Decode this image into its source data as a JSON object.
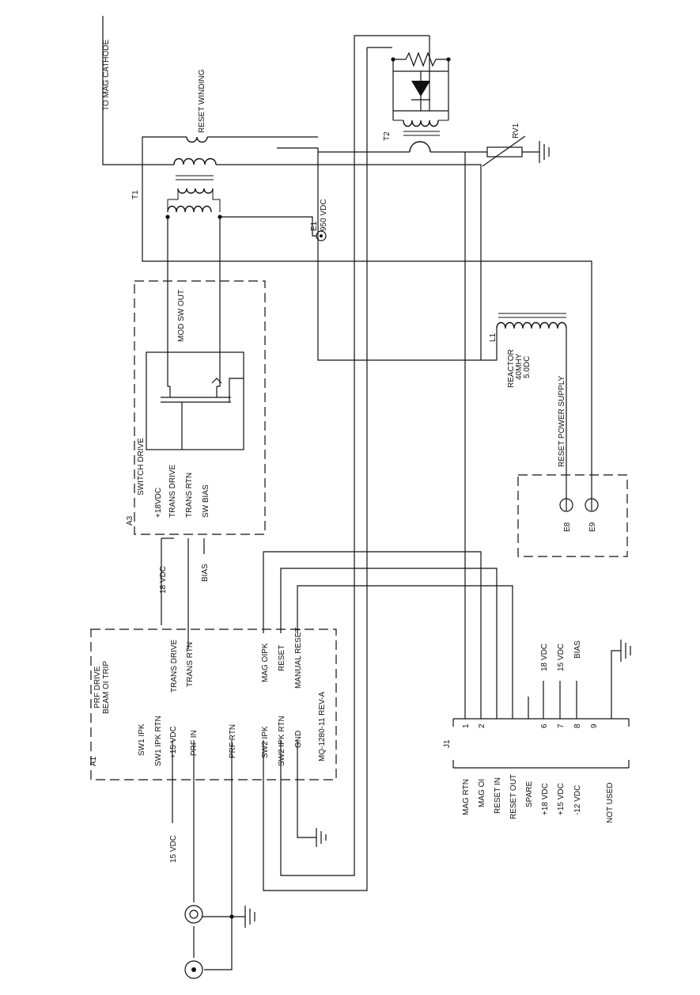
{
  "labels": {
    "to_mag_cathode": "TO MAG CATHODE",
    "reset_winding": "RESET WINDING",
    "t1": "T1",
    "t2": "T2",
    "rv1": "RV1",
    "e1": "E1",
    "vdc_950": "950 VDC",
    "mod_sw_out": "MOD SW OUT",
    "l1": "L1",
    "reactor_line1": "REACTOR",
    "reactor_line2": "40MHY",
    "reactor_line3": "5.0DC",
    "reset_power_supply": "RESET POWER SUPPLY",
    "e8": "E8",
    "e9": "E9",
    "a3": "A3",
    "a1": "A1",
    "j1": "J1",
    "vdc_18": "18 VDC",
    "vdc_15": "15 VDC",
    "bias": "BIAS",
    "j1_18vdc": "18 VDC",
    "j1_15vdc": "15 VDC",
    "j1_bias": "BIAS"
  },
  "a3_pins": [
    "SWITCH DRIVE",
    "+18VDC",
    "TRANS DRIVE",
    "TRANS RTN",
    "SW BIAS"
  ],
  "a1_title": [
    "PRF DRIVE",
    "BEAM OI TRIP"
  ],
  "a1_right_pins": [
    "TRANS DRIVE",
    "TRANS RTN",
    "MAG OIPK",
    "RESET",
    "MANUAL RESET"
  ],
  "a1_left_pins": [
    "SW1 IPK",
    "SW1 IPK RTN",
    "+15 VDC",
    "PRF IN",
    "PRF RTN",
    "SW2 IPK",
    "SW2 IPK RTN",
    "GND"
  ],
  "a1_part": "MQ-1280-11 REV-A",
  "j1_pin_numbers": [
    "1",
    "2",
    "6",
    "7",
    "8",
    "9"
  ],
  "j1_signals": [
    "MAG RTN",
    "MAG OI",
    "RESET IN",
    "RESET OUT",
    "SPARE",
    "+18 VDC",
    "+15 VDC",
    "-12 VDC",
    "NOT USED"
  ]
}
